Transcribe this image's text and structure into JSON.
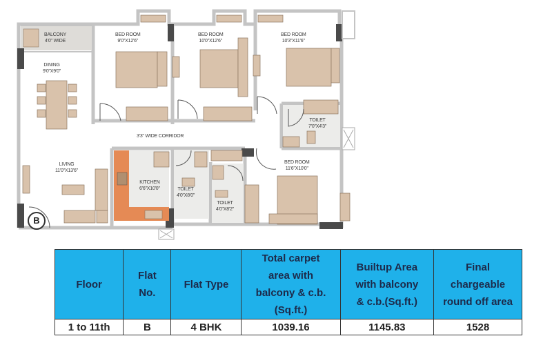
{
  "floor_plan": {
    "unit_marker": "B",
    "rooms": [
      {
        "name": "BALCONY",
        "dimension": "4'0\" WIDE"
      },
      {
        "name": "DINING",
        "dimension": "9'0\"X9'0\""
      },
      {
        "name": "BED ROOM",
        "dimension": "9'0\"X12'6\""
      },
      {
        "name": "BED ROOM",
        "dimension": "10'0\"X12'6\""
      },
      {
        "name": "BED ROOM",
        "dimension": "10'3\"X11'6\""
      },
      {
        "name": "TOILET",
        "dimension": "7'0\"X4'3\""
      },
      {
        "name": "LIVING",
        "dimension": "11'0\"X13'6\""
      },
      {
        "name": "KITCHEN",
        "dimension": "6'6\"X10'0\""
      },
      {
        "name": "TOILET",
        "dimension": "4'0\"X8'0\""
      },
      {
        "name": "TOILET",
        "dimension": "4'0\"X8'2\""
      },
      {
        "name": "BED ROOM",
        "dimension": "11'6\"X10'0\""
      }
    ],
    "corridor_label": "3'3\" WIDE CORRIDOR",
    "colors": {
      "wall": "#c9c9c9",
      "wall_dark": "#4a4a4a",
      "furniture": "#d9c2ab",
      "furniture_stroke": "#8a7560",
      "kitchen_counter": "#e58a55",
      "wet_area": "#ececea",
      "balcony": "#dedcd8"
    }
  },
  "table": {
    "headers": [
      "Floor",
      "Flat No.",
      "Flat Type",
      "Total carpet area with balcony & c.b. (Sq.ft.)",
      "Builtup Area with balcony & c.b.(Sq.ft.)",
      "Final chargeable round off area"
    ],
    "header_lines": [
      [
        "Floor"
      ],
      [
        "Flat",
        "No."
      ],
      [
        "Flat Type"
      ],
      [
        "Total carpet",
        "area with",
        "balcony & c.b.",
        "(Sq.ft.)"
      ],
      [
        "Builtup Area",
        "with balcony",
        "& c.b.(Sq.ft.)"
      ],
      [
        "Final",
        "chargeable",
        "round off area"
      ]
    ],
    "rows": [
      [
        "1 to 11th",
        "B",
        "4 BHK",
        "1039.16",
        "1145.83",
        "1528"
      ]
    ],
    "header_bg": "#1fb1ea"
  }
}
